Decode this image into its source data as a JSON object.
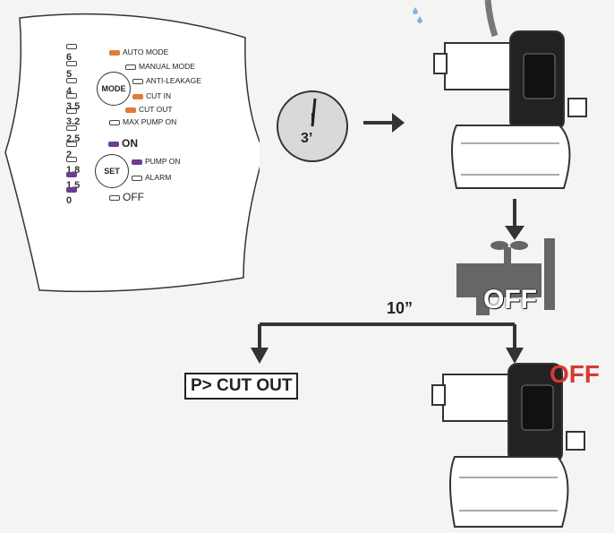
{
  "panel": {
    "pressures": [
      "6",
      "5",
      "4",
      "3.5",
      "3.2",
      "2.5",
      "2",
      "1.8",
      "1.5",
      "0"
    ],
    "mode_button": "MODE",
    "set_button": "SET",
    "indicators": {
      "auto_mode": "AUTO MODE",
      "manual_mode": "MANUAL MODE",
      "anti_leakage": "ANTI-LEAKAGE",
      "cut_in": "CUT IN",
      "cut_out": "CUT OUT",
      "max_pump_on": "MAX PUMP ON",
      "on": "ON",
      "pump_on": "PUMP ON",
      "alarm": "ALARM",
      "off": "OFF"
    }
  },
  "timer_label": "3’",
  "valve_off": "OFF",
  "delay_label": "10”",
  "cutout_display": "P> CUT OUT",
  "pump_off": "OFF",
  "colors": {
    "orange_led": "#e07a3a",
    "purple_led": "#6a3f92",
    "off_red": "#d33a35"
  }
}
